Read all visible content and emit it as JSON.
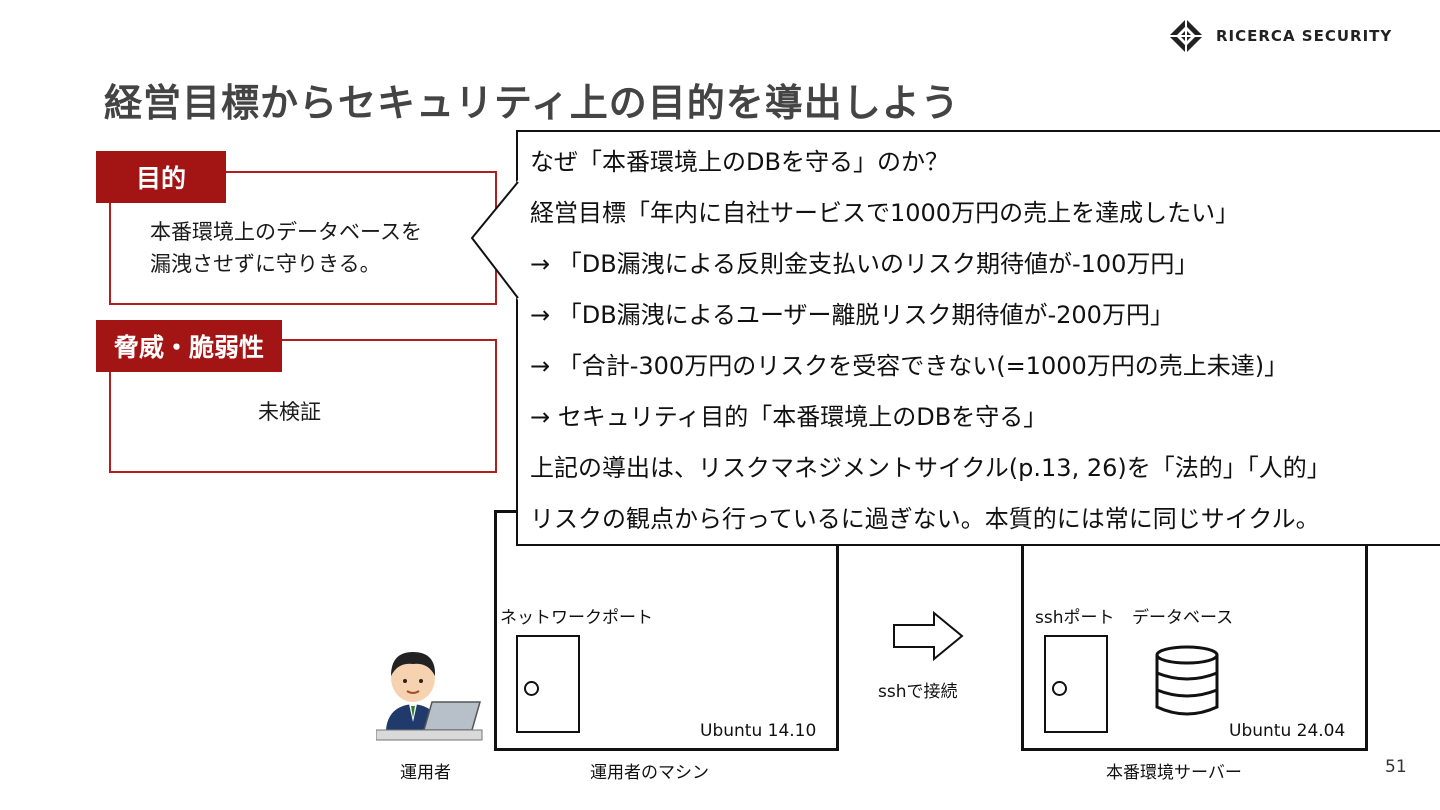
{
  "logo": {
    "text": "RICERCA SECURITY"
  },
  "title": "経営目標からセキュリティ上の目的を導出しよう",
  "purpose_card": {
    "label": "目的",
    "lines": [
      "本番環境上のデータベースを",
      "漏洩させずに守りきる。"
    ]
  },
  "threat_card": {
    "label": "脅威・脆弱性",
    "text": "未検証"
  },
  "bubble": {
    "lines": [
      "なぜ「本番環境上のDBを守る」のか？",
      "経営目標「年内に自社サービスで1000万円の売上を達成したい」",
      "→ 「DB漏洩による反則金支払いのリスク期待値が-100万円」",
      "→ 「DB漏洩によるユーザー離脱リスク期待値が-200万円」",
      "→ 「合計-300万円のリスクを受容できない(=1000万円の売上未達)」",
      "→ セキュリティ目的「本番環境上のDBを守る」",
      "上記の導出は、リスクマネジメントサイクル(p.13, 26)を「法的」「人的」",
      "リスクの観点から行っているに過ぎない。本質的には常に同じサイクル。"
    ]
  },
  "diagram": {
    "operator_label": "運用者",
    "machine": {
      "port_label": "ネットワークポート",
      "os": "Ubuntu 14.10",
      "caption": "運用者のマシン"
    },
    "arrow_label": "sshで接続",
    "server": {
      "port_label": "sshポート",
      "db_label": "データベース",
      "os": "Ubuntu 24.04",
      "caption": "本番環境サーバー"
    }
  },
  "page_number": "51",
  "colors": {
    "accent_red": "#a31515",
    "title_gray": "#444444"
  }
}
